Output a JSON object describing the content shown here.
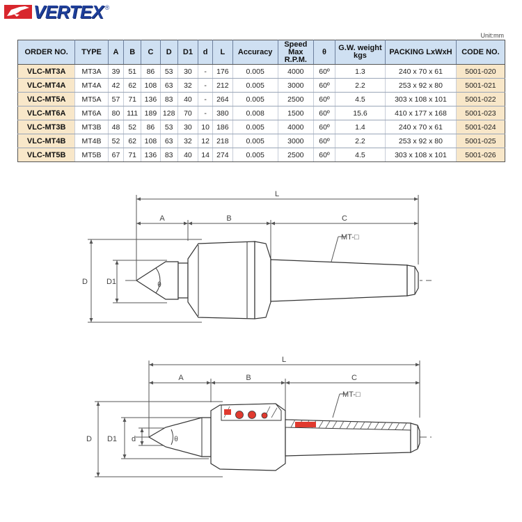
{
  "brand": {
    "name": "VERTEX",
    "reg": "®"
  },
  "unit_label": "Unit:mm",
  "table": {
    "headers": [
      "ORDER NO.",
      "TYPE",
      "A",
      "B",
      "C",
      "D",
      "D1",
      "d",
      "L",
      "Accuracy",
      "Speed Max R.P.M.",
      "θ",
      "G.W. weight kgs",
      "PACKING LxWxH",
      "CODE NO."
    ],
    "rows": [
      [
        "VLC-MT3A",
        "MT3A",
        "39",
        "51",
        "86",
        "53",
        "30",
        "-",
        "176",
        "0.005",
        "4000",
        "60º",
        "1.3",
        "240 x 70 x 61",
        "5001-020"
      ],
      [
        "VLC-MT4A",
        "MT4A",
        "42",
        "62",
        "108",
        "63",
        "32",
        "-",
        "212",
        "0.005",
        "3000",
        "60º",
        "2.2",
        "253 x 92 x 80",
        "5001-021"
      ],
      [
        "VLC-MT5A",
        "MT5A",
        "57",
        "71",
        "136",
        "83",
        "40",
        "-",
        "264",
        "0.005",
        "2500",
        "60º",
        "4.5",
        "303 x 108 x 101",
        "5001-022"
      ],
      [
        "VLC-MT6A",
        "MT6A",
        "80",
        "111",
        "189",
        "128",
        "70",
        "-",
        "380",
        "0.008",
        "1500",
        "60º",
        "15.6",
        "410 x 177 x 168",
        "5001-023"
      ],
      [
        "VLC-MT3B",
        "MT3B",
        "48",
        "52",
        "86",
        "53",
        "30",
        "10",
        "186",
        "0.005",
        "4000",
        "60º",
        "1.4",
        "240 x 70 x 61",
        "5001-024"
      ],
      [
        "VLC-MT4B",
        "MT4B",
        "52",
        "62",
        "108",
        "63",
        "32",
        "12",
        "218",
        "0.005",
        "3000",
        "60º",
        "2.2",
        "253 x 92 x 80",
        "5001-025"
      ],
      [
        "VLC-MT5B",
        "MT5B",
        "67",
        "71",
        "136",
        "83",
        "40",
        "14",
        "274",
        "0.005",
        "2500",
        "60º",
        "4.5",
        "303 x 108 x 101",
        "5001-026"
      ]
    ]
  },
  "drawing_top": {
    "L": "L",
    "A": "A",
    "B": "B",
    "C": "C",
    "D": "D",
    "D1": "D1",
    "theta": "θ",
    "mt": "MT-□"
  },
  "drawing_bottom": {
    "L": "L",
    "A": "A",
    "B": "B",
    "C": "C",
    "D": "D",
    "D1": "D1",
    "d": "d",
    "theta": "θ",
    "mt": "MT-□"
  },
  "colors": {
    "brand_blue": "#1e3f9a",
    "brand_red": "#d8262d",
    "header_blue": "#cfe0f2",
    "order_tan": "#f8e7c9",
    "bearing_red": "#e03a2f"
  }
}
